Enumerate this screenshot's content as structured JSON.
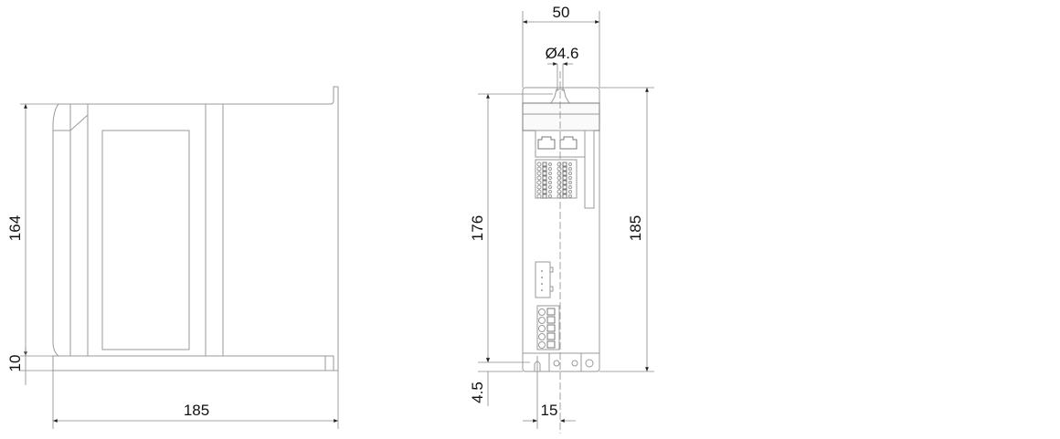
{
  "side_view": {
    "dims": {
      "height_body": "164",
      "height_base": "10",
      "depth": "185"
    }
  },
  "front_view": {
    "dims": {
      "width": "50",
      "hole_diameter": "Ø4.6",
      "hole_spacing": "176",
      "height_total": "185",
      "bottom_offset": "4.5",
      "slot_offset": "15"
    }
  },
  "colors": {
    "line": "#9a9a9a",
    "text": "#111111"
  }
}
